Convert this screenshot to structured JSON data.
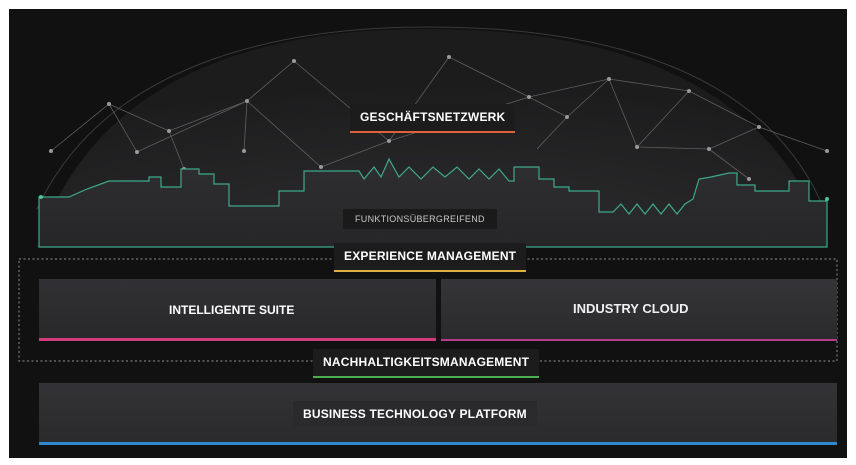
{
  "colors": {
    "background": "#111112",
    "business_network_accent": "#e0603a",
    "experience_accent": "#e0b040",
    "intelligent_suite_accent": "#d23c7c",
    "industry_cloud_accent": "#b83c8c",
    "sustainability_accent": "#4cae4c",
    "platform_accent": "#2f88d0",
    "network_lines": "#6a6a6c",
    "skyline_outline": "#3fa88a"
  },
  "labels": {
    "business_network": "GESCHÄFTSNETZWERK",
    "cross_functional": "FUNKTIONSÜBERGREIFEND",
    "experience_management": "EXPERIENCE MANAGEMENT",
    "intelligent_suite": "INTELLIGENTE SUITE",
    "industry_cloud": "INDUSTRY CLOUD",
    "sustainability_management": "NACHHALTIGKEITSMANAGEMENT",
    "business_technology_platform": "BUSINESS TECHNOLOGY PLATFORM"
  }
}
